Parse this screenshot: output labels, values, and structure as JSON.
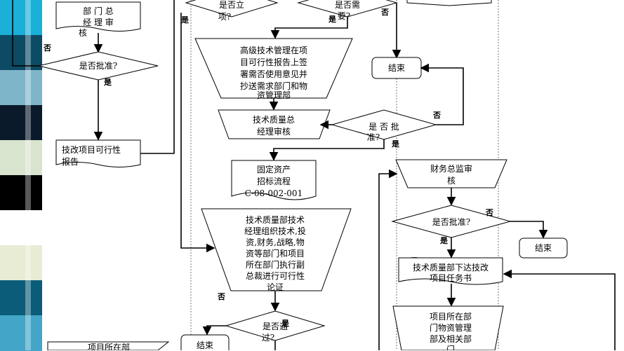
{
  "stripe_colors": [
    "#1ab0d8",
    "#0d4a63",
    "#7fb5c9",
    "#0a1a2a",
    "#d9e4cf",
    "#000000",
    "#ffffff",
    "#e8ecd4",
    "#0b5c78",
    "#43a5c7"
  ],
  "nodes": {
    "dept_gm_review": [
      "部 门 总",
      "经 理 审",
      "核"
    ],
    "approve_1": "是否批准?",
    "revise_report": [
      "技改项目可行性",
      "报告"
    ],
    "whether_project": [
      "是否立",
      "项?"
    ],
    "whether_need": [
      "是否需",
      "要?"
    ],
    "senior_tech_mgmt": [
      "高级技术管理在项",
      "目可行性报告上签",
      "署需否使用意见并",
      "抄送需求部门和物",
      "资管理部"
    ],
    "end_1": "结束",
    "tech_quality_gm": [
      "技术质量总",
      "经理审核"
    ],
    "approve_2": [
      "是 否 批",
      "准?"
    ],
    "fixed_asset_bidding": [
      "固定资产",
      "招标流程",
      "C-08-002-001"
    ],
    "finance_cfo_review": [
      "财务总监审",
      "核"
    ],
    "tech_quality_org": [
      "技术质量部技术",
      "经理组织技术,投",
      "资,财务,战略,物",
      "资等部门和项目",
      "所在部门执行副",
      "总裁进行可行性",
      "论证"
    ],
    "approve_3": "是否批准?",
    "end_2": "结束",
    "issue_task": [
      "技术质量部下达技改",
      "项目任务书"
    ],
    "whether_pass": [
      "是否通",
      "过?"
    ],
    "end_3": "结束",
    "project_dept": [
      "项目所在部",
      "门物资管理",
      "部及相关部",
      "门"
    ],
    "project_dept_left": "项目所在部"
  },
  "labels": {
    "yes": "是",
    "no": "否"
  }
}
